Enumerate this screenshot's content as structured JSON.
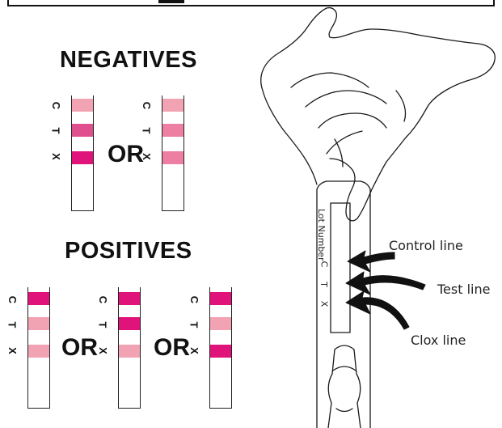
{
  "headings": {
    "negatives": "NEGATIVES",
    "positives": "POSITIVES"
  },
  "or_label": "OR",
  "strip_letters": {
    "control": "C",
    "test": "T",
    "clox": "X"
  },
  "colors": {
    "magenta": "#e0137a",
    "dark_pink": "#e0508f",
    "medium_pink": "#ec7fa2",
    "light_pink": "#f2a3b3",
    "outline": "#222222"
  },
  "negatives": [
    {
      "c": "light_pink",
      "t": "dark_pink",
      "x": "magenta"
    },
    {
      "c": "light_pink",
      "t": "medium_pink",
      "x": "medium_pink"
    }
  ],
  "positives": [
    {
      "c": "magenta",
      "t": "light_pink",
      "x": "light_pink"
    },
    {
      "c": "magenta",
      "t": "magenta",
      "x": "light_pink"
    },
    {
      "c": "magenta",
      "t": "light_pink",
      "x": "magenta"
    }
  ],
  "device": {
    "lot_number": "Lot Number",
    "letters": [
      "C",
      "T",
      "X"
    ]
  },
  "annotations": {
    "control_line": "Control line",
    "test_line": "Test line",
    "clox_line": "Clox line"
  }
}
